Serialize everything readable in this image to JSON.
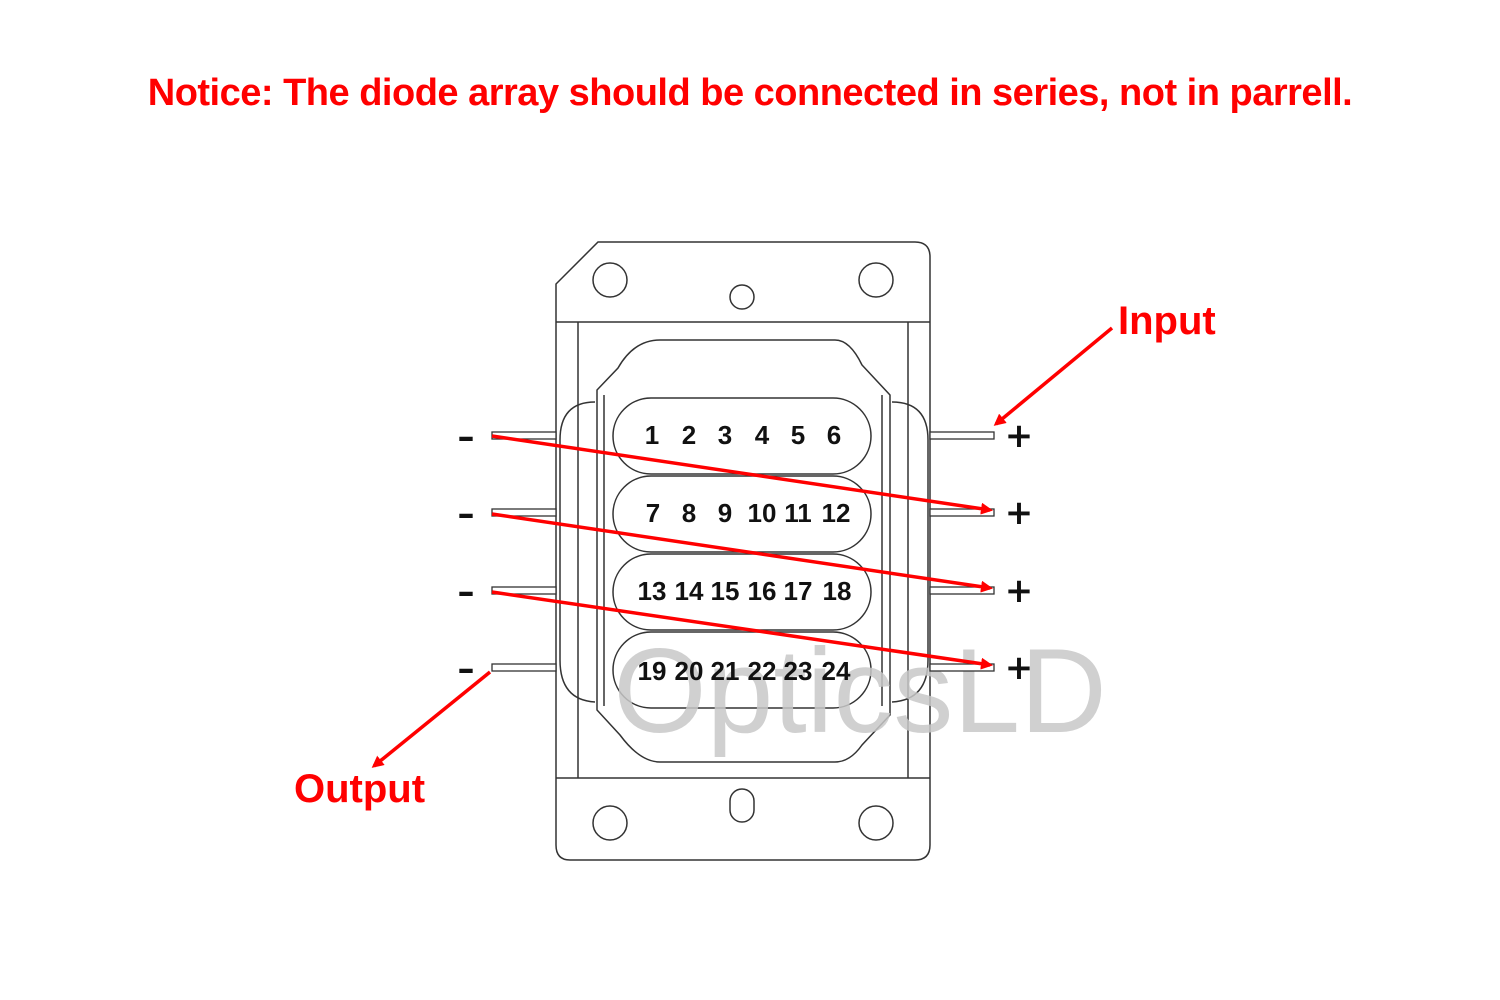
{
  "notice": "Notice: The diode array should be connected in series, not in parrell.",
  "labels": {
    "input": "Input",
    "output": "Output",
    "minus": "–",
    "plus": "+"
  },
  "watermark": "OpticsLD",
  "diode_rows": [
    [
      "1",
      "2",
      "3",
      "4",
      "5",
      "6"
    ],
    [
      "7",
      "8",
      "9",
      "10",
      "11",
      "12"
    ],
    [
      "13",
      "14",
      "15",
      "16",
      "17",
      "18"
    ],
    [
      "19",
      "20",
      "21",
      "22",
      "23",
      "24"
    ]
  ],
  "colors": {
    "annotation": "#ff0000",
    "outline": "#333333",
    "watermark": "#c8c8c8",
    "text": "#111111"
  }
}
